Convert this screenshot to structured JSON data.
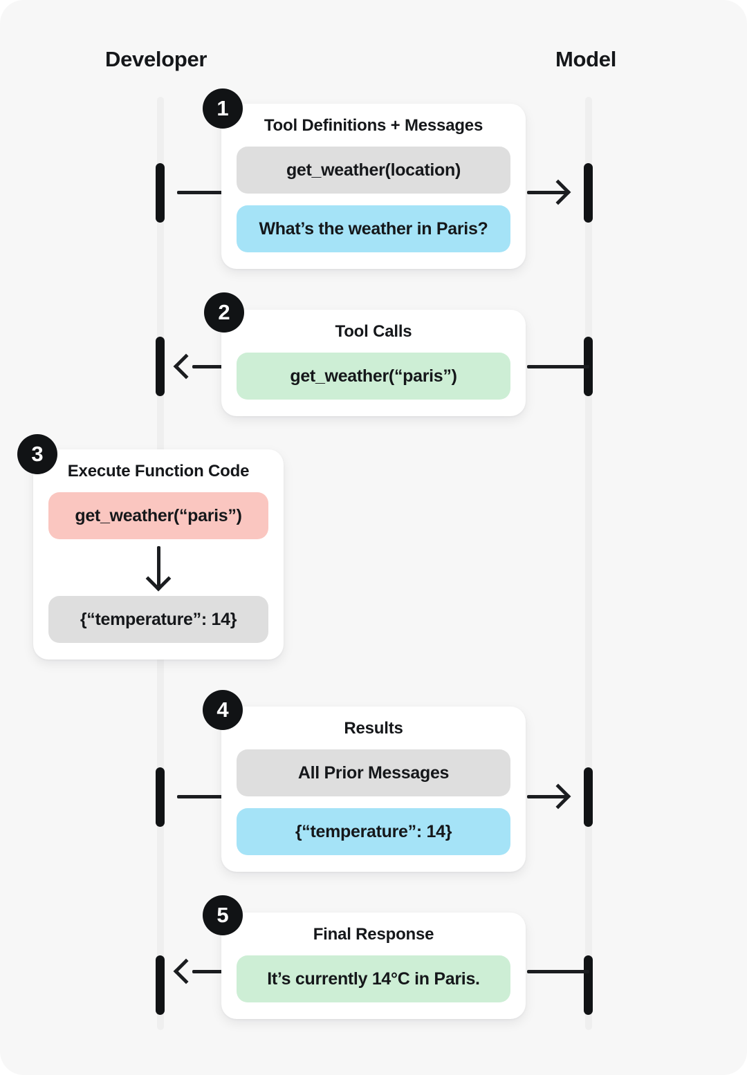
{
  "columns": {
    "left_label": "Developer",
    "right_label": "Model"
  },
  "colors": {
    "background": "#f7f7f7",
    "card": "#ffffff",
    "ink": "#15171a",
    "lifeline": "#efefef",
    "activation": "#111315",
    "chip_gray": "#dedede",
    "chip_blue": "#a5e3f7",
    "chip_green": "#cdeed5",
    "chip_pink": "#fac6c0"
  },
  "steps": [
    {
      "number": "1",
      "title": "Tool Definitions + Messages",
      "direction": "developer-to-model",
      "chips": [
        {
          "text": "get_weather(location)",
          "color": "gray"
        },
        {
          "text": "What’s the weather in Paris?",
          "color": "blue"
        }
      ]
    },
    {
      "number": "2",
      "title": "Tool Calls",
      "direction": "model-to-developer",
      "chips": [
        {
          "text": "get_weather(“paris”)",
          "color": "green"
        }
      ]
    },
    {
      "number": "3",
      "title": "Execute Function Code",
      "direction": "developer-internal",
      "chips": [
        {
          "text": "get_weather(“paris”)",
          "color": "pink"
        },
        {
          "text": "{“temperature”: 14}",
          "color": "gray"
        }
      ],
      "arrow_glyph": "down-arrow-icon"
    },
    {
      "number": "4",
      "title": "Results",
      "direction": "developer-to-model",
      "chips": [
        {
          "text": "All Prior Messages",
          "color": "gray"
        },
        {
          "text": "{“temperature”: 14}",
          "color": "blue"
        }
      ]
    },
    {
      "number": "5",
      "title": "Final Response",
      "direction": "model-to-developer",
      "chips": [
        {
          "text": "It’s currently 14°C in Paris.",
          "color": "green"
        }
      ]
    }
  ]
}
